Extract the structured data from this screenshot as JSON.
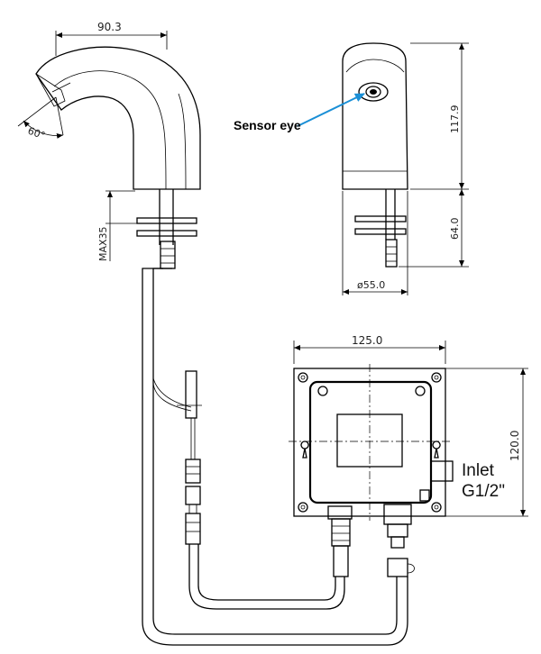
{
  "dimensions": {
    "spout_width": "90.3",
    "spout_angle": "60°",
    "max_deck": "MAX35",
    "body_height": "117.9",
    "shank_length": "64.0",
    "base_diameter": "ø55.0",
    "box_width": "125.0",
    "box_height": "120.0"
  },
  "labels": {
    "sensor": "Sensor eye",
    "inlet_line1": "Inlet",
    "inlet_line2": "G1/2\""
  },
  "colors": {
    "sensor_arrow": "#1a8fd6",
    "line": "#000000"
  }
}
